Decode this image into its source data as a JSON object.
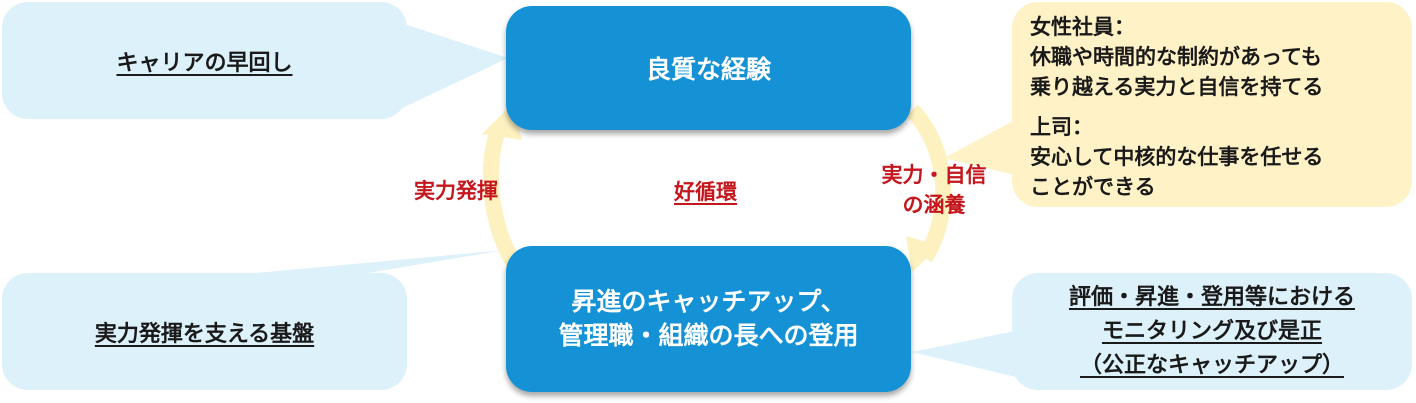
{
  "colors": {
    "main_box": "#1592d5",
    "callout": "#dcf1fa",
    "note": "#fff2c6",
    "arrow": "#fdf1bf",
    "red_text": "#c4161c"
  },
  "top_left_callout": "キャリアの早回し",
  "bottom_left_callout": "実力発揮を支える基盤",
  "bottom_right_callout": {
    "line1": "評価・昇進・登用等における",
    "line2": "モニタリング及び是正",
    "line3": "（公正なキャッチアップ）"
  },
  "top_box": "良質な経験",
  "bottom_box": {
    "line1": "昇進のキャッチアップ、",
    "line2": "管理職・組織の長への登用"
  },
  "cycle": {
    "left_label": "実力発揮",
    "center_label": "好循環",
    "right_label_line1": "実力・自信",
    "right_label_line2": "の涵養"
  },
  "note": {
    "women_heading": "女性社員：",
    "women_line1": "休職や時間的な制約があっても",
    "women_line2": "乗り越える実力と自信を持てる",
    "boss_heading": "上司：",
    "boss_line1": "安心して中核的な仕事を任せる",
    "boss_line2": "ことができる"
  }
}
